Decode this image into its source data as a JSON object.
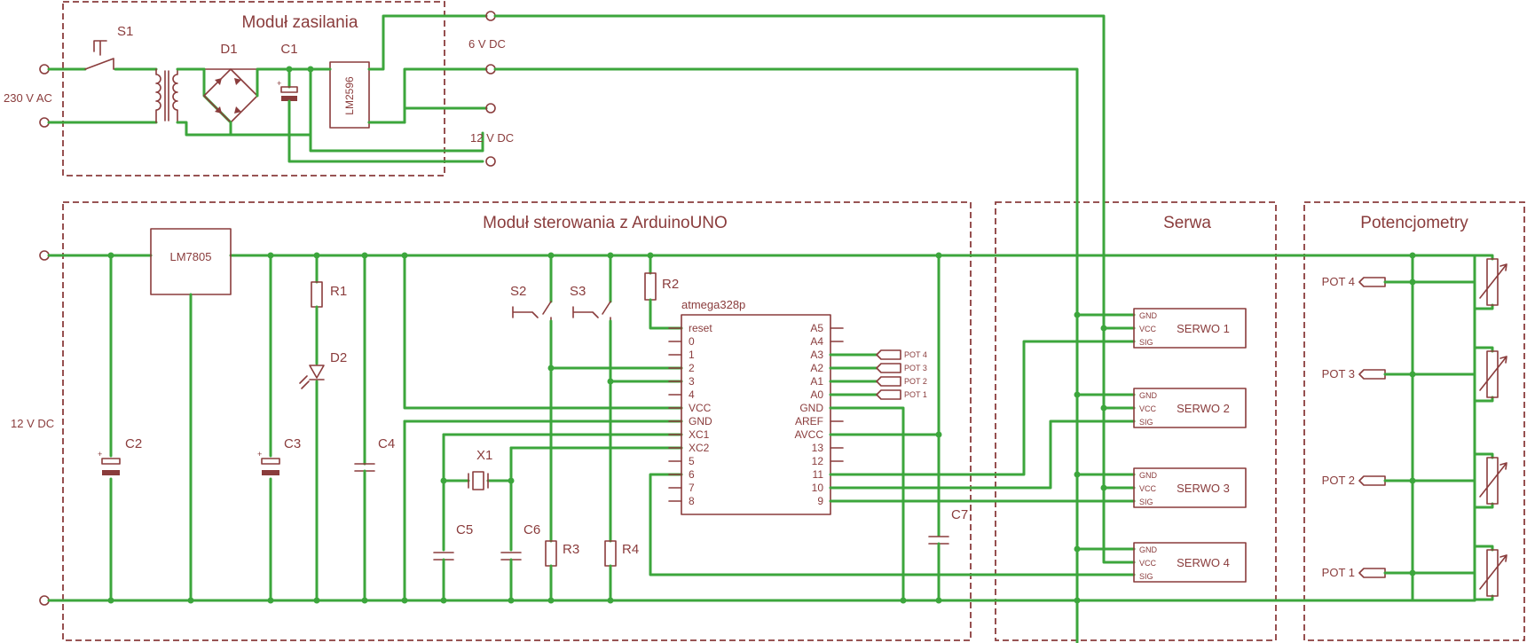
{
  "power_module": {
    "title": "Moduł zasilania",
    "input_label": "230 V AC",
    "out6_label": "6 V DC",
    "out12_label": "12 V DC",
    "switch": "S1",
    "bridge": "D1",
    "cap": "C1",
    "regulator": "LM2596"
  },
  "control_module": {
    "title": "Moduł sterowania z ArduinoUNO",
    "input_label": "12 V DC",
    "regulator": "LM7805",
    "parts": {
      "r1": "R1",
      "d2": "D2",
      "r2": "R2",
      "r3": "R3",
      "r4": "R4",
      "s2": "S2",
      "s3": "S3",
      "x1": "X1",
      "c2": "C2",
      "c3": "C3",
      "c4": "C4",
      "c5": "C5",
      "c6": "C6",
      "c7": "C7"
    },
    "mcu": {
      "name": "atmega328p",
      "left_pins": [
        "reset",
        "0",
        "1",
        "2",
        "3",
        "4",
        "VCC",
        "GND",
        "XC1",
        "XC2",
        "5",
        "6",
        "7",
        "8"
      ],
      "right_pins": [
        "A5",
        "A4",
        "A3",
        "A2",
        "A1",
        "A0",
        "GND",
        "AREF",
        "AVCC",
        "13",
        "12",
        "11",
        "10",
        "9"
      ]
    },
    "pot_tags": [
      "POT 4",
      "POT 3",
      "POT 2",
      "POT 1"
    ]
  },
  "servo_module": {
    "title": "Serwa",
    "pin_labels": [
      "GND",
      "VCC",
      "SIG"
    ],
    "servos": [
      "SERWO 1",
      "SERWO 2",
      "SERWO 3",
      "SERWO 4"
    ]
  },
  "pot_module": {
    "title": "Potencjometry",
    "pots": [
      "POT 4",
      "POT 3",
      "POT 2",
      "POT 1"
    ]
  },
  "colors": {
    "wire": "#3ca63c",
    "component": "#8a3c3c",
    "background": "#ffffff"
  }
}
